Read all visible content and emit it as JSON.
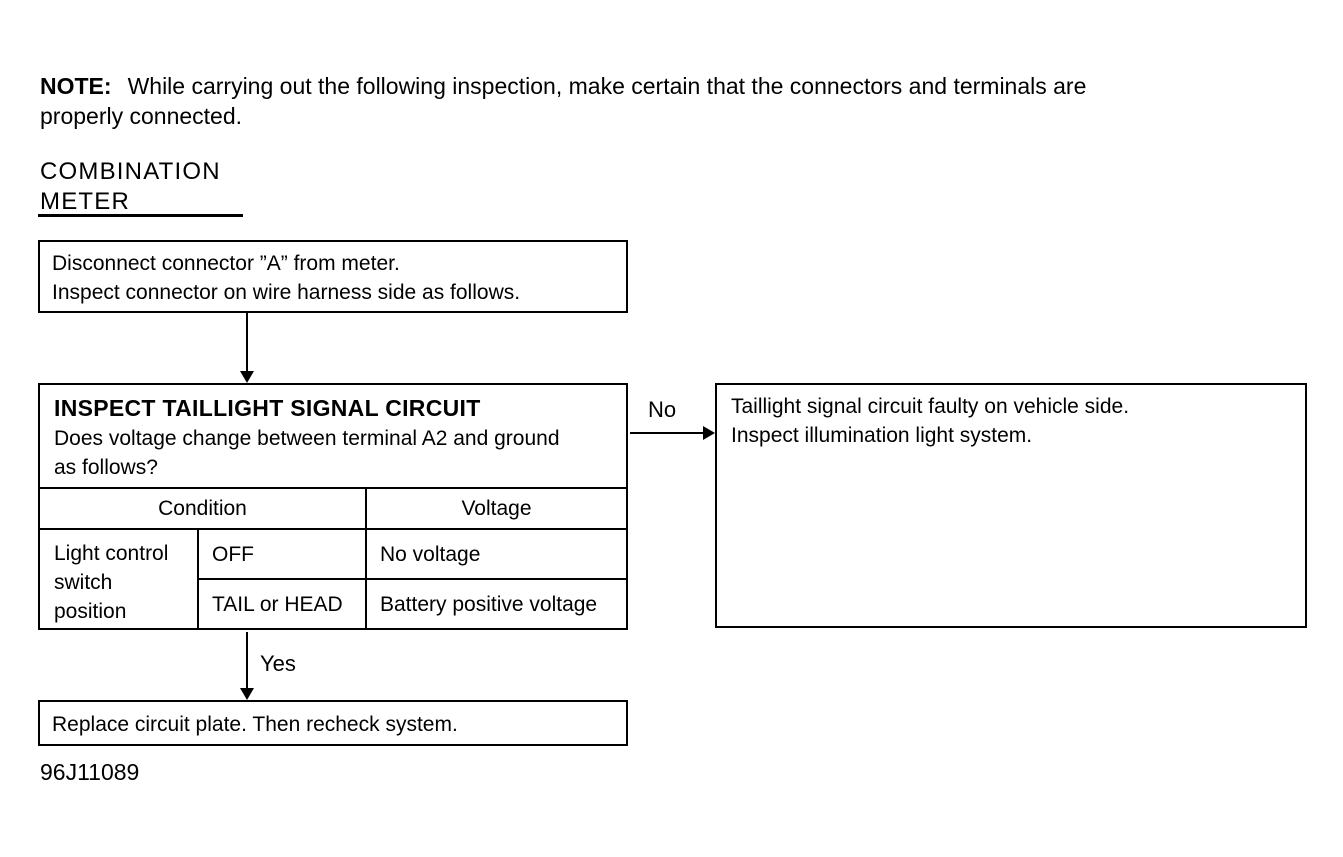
{
  "colors": {
    "ink": "#000000",
    "paper": "#ffffff"
  },
  "note": {
    "label": "NOTE:",
    "line1": "While carrying out the following inspection, make certain that the connectors and terminals are",
    "line2": "properly connected."
  },
  "heading": {
    "line1": "COMBINATION",
    "line2": "METER"
  },
  "flow": {
    "step1": {
      "line1": "Disconnect connector ”A” from meter.",
      "line2": "Inspect connector on wire harness side as follows."
    },
    "step2": {
      "title": "INSPECT TAILLIGHT SIGNAL CIRCUIT",
      "question_line1": "Does voltage change between terminal A2 and ground",
      "question_line2": "as follows?",
      "table": {
        "headers": [
          "Condition",
          "Voltage"
        ],
        "row_label": "Light control switch position",
        "rows": [
          {
            "condition": "OFF",
            "voltage": "No voltage"
          },
          {
            "condition": "TAIL or HEAD",
            "voltage": "Battery positive voltage"
          }
        ]
      }
    },
    "no_branch": {
      "label": "No",
      "line1": "Taillight signal circuit faulty on vehicle side.",
      "line2": "Inspect illumination light system."
    },
    "yes_branch": {
      "label": "Yes",
      "result": "Replace circuit plate. Then recheck system."
    }
  },
  "figure_code": "96J11089"
}
